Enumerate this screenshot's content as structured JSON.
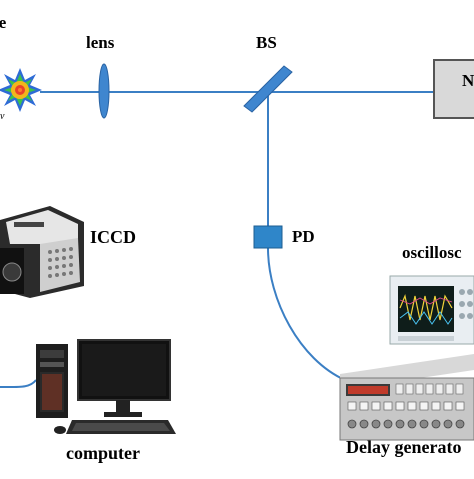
{
  "labels": {
    "sample": "le",
    "lens": "lens",
    "beam_splitter": "BS",
    "right_device": "N",
    "iccd": "ICCD",
    "photodiode": "PD",
    "oscilloscope": "oscillosc",
    "computer": "computer",
    "delay_generator": "Delay generato",
    "small_note": "v"
  },
  "colors": {
    "beam": "#3b7fc4",
    "pd_fill": "#2f86c9",
    "lens_fill": "#3f86cf",
    "text": "#000000"
  },
  "icons": {
    "plasma": "plasma-spark-icon",
    "lens": "lens-icon",
    "bs": "beam-splitter-icon",
    "pd": "photodiode-icon",
    "iccd": "iccd-camera-icon",
    "computer": "computer-icon",
    "oscilloscope": "oscilloscope-icon",
    "delay": "delay-generator-icon"
  }
}
